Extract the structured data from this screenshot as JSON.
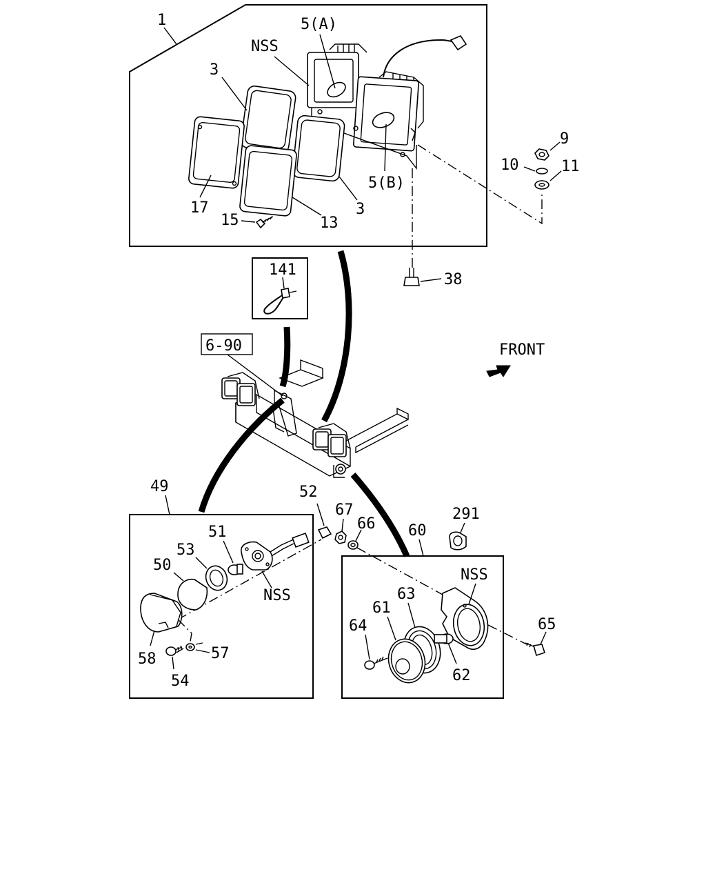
{
  "labels": {
    "l1": "1",
    "l5a": "5(A)",
    "nss_top": "NSS",
    "l3a": "3",
    "l3b": "3",
    "l5b": "5(B)",
    "l17": "17",
    "l13": "13",
    "l15": "15",
    "l9": "9",
    "l10": "10",
    "l11": "11",
    "l38": "38",
    "l141": "141",
    "l690": "6-90",
    "front": "FRONT",
    "l49": "49",
    "l51": "51",
    "l53": "53",
    "l50": "50",
    "nss_left": "NSS",
    "l58": "58",
    "l54": "54",
    "l57": "57",
    "l52": "52",
    "l67": "67",
    "l66": "66",
    "l60": "60",
    "l291": "291",
    "nss_right": "NSS",
    "l63": "63",
    "l61": "61",
    "l64": "64",
    "l62": "62",
    "l65": "65"
  },
  "icons": {
    "front_arrow": "arrow-icon"
  }
}
